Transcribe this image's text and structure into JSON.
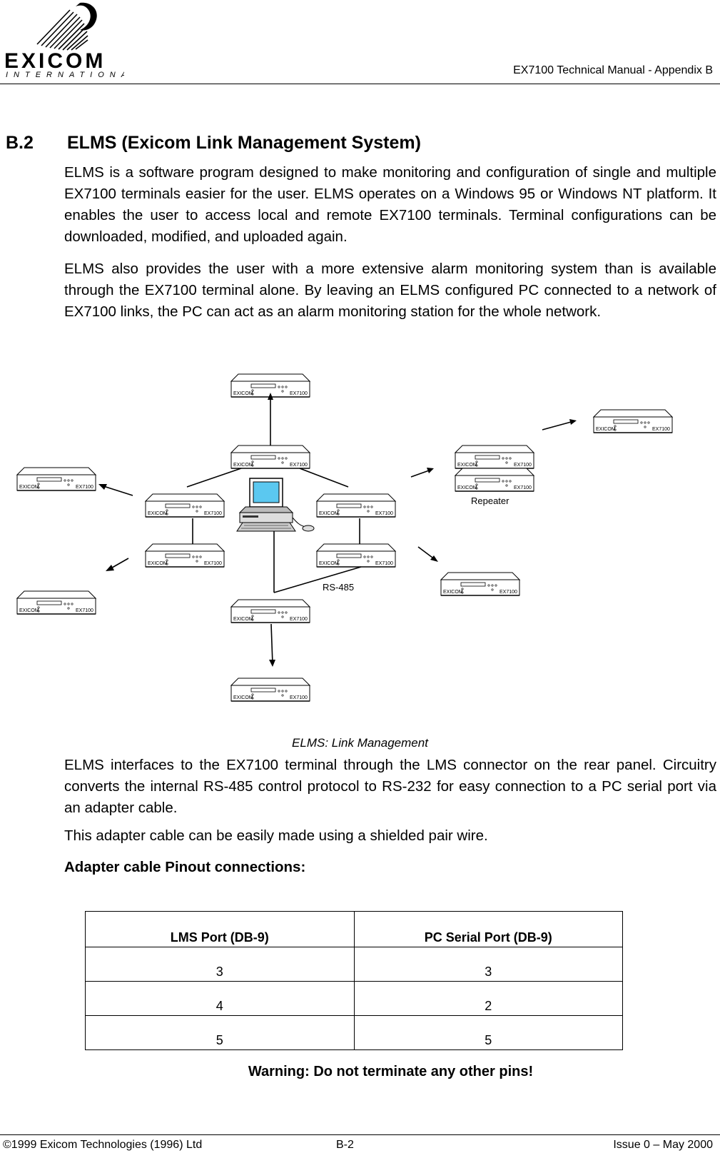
{
  "header": {
    "logo_text": "EXICOM",
    "logo_subtext": "INTERNATIONAL",
    "title": "EX7100 Technical Manual - Appendix B"
  },
  "section": {
    "number": "B.2",
    "title": "ELMS (Exicom Link Management System)"
  },
  "paragraphs": [
    "ELMS is a software program designed to make monitoring and configuration of single and multiple EX7100 terminals easier for the user. ELMS operates on a Windows 95 or Windows NT platform.  It enables the user to access local and remote EX7100 terminals. Terminal configurations can be downloaded, modified, and uploaded again.",
    "ELMS also provides the user with a more extensive alarm monitoring system than is available through the EX7100 terminal alone. By leaving an ELMS configured PC connected to a network of EX7100 links, the PC can act as an alarm monitoring station for the whole network.",
    "ELMS interfaces to the EX7100 terminal through the LMS connector on the rear panel. Circuitry converts the internal RS-485 control protocol to RS-232 for easy connection to a PC serial port via an adapter cable.",
    "This adapter cable can be easily made using a shielded pair wire.",
    "Adapter cable Pinout connections:"
  ],
  "diagram": {
    "device_brand": "EXICOM",
    "device_model": "EX7100",
    "repeater_label": "Repeater",
    "bus_label": "RS-485",
    "caption": "ELMS: Link Management"
  },
  "pinout_table": {
    "headers": [
      "LMS Port (DB-9)",
      "PC Serial Port (DB-9)"
    ],
    "rows": [
      [
        "3",
        "3"
      ],
      [
        "4",
        "2"
      ],
      [
        "5",
        "5"
      ]
    ]
  },
  "warning": "Warning: Do not terminate any other pins!",
  "footer": {
    "copyright": "©1999 Exicom Technologies (1996) Ltd",
    "page": "B-2",
    "issue": "Issue 0 – May 2000"
  }
}
